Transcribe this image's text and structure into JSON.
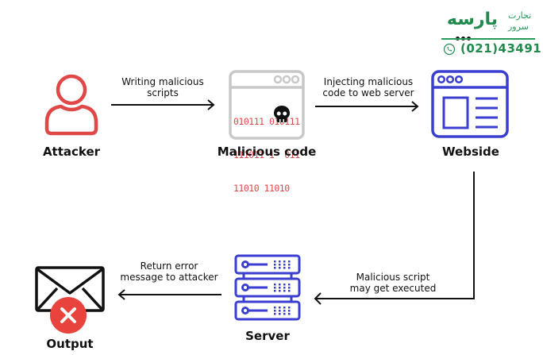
{
  "brand": {
    "name": "پارسه",
    "tagline_line1": "تجارت",
    "tagline_line2": "سرور",
    "phone": "(021)43491",
    "phone_icon": "phone-icon",
    "color": "#1f8a4c"
  },
  "colors": {
    "attacker": "#e04848",
    "malicious_frame": "#c8c8c8",
    "binary_text": "#e04848",
    "website": "#3a3fd0",
    "server": "#3a3fd0",
    "output_envelope": "#111111",
    "error_badge": "#e8433c",
    "arrow": "#111111"
  },
  "nodes": {
    "attacker": {
      "label": "Attacker",
      "icon": "user-icon"
    },
    "malicious_code": {
      "label": "Malicious code",
      "icon": "browser-code-icon",
      "binary_lines": [
        "010111 010111",
        "111011 1  011",
        "11010 11010"
      ],
      "overlay_icon": "skull-icon"
    },
    "website": {
      "label": "Webside",
      "icon": "website-icon"
    },
    "server": {
      "label": "Server",
      "icon": "server-icon"
    },
    "output": {
      "label": "Output",
      "icon": "envelope-icon",
      "badge_icon": "error-x-icon"
    }
  },
  "edges": {
    "attacker_to_code": {
      "line1": "Writing malicious",
      "line2": "scripts"
    },
    "code_to_website": {
      "line1": "Injecting malicious",
      "line2": "code to web server"
    },
    "website_to_server": {
      "line1": "Malicious script",
      "line2": "may get executed"
    },
    "server_to_output": {
      "line1": "Return error",
      "line2": "message to attacker"
    }
  }
}
